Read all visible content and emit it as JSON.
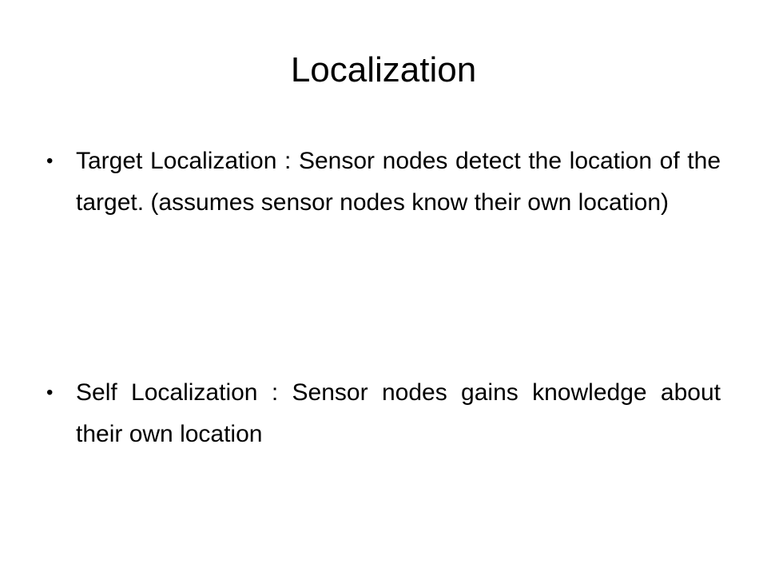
{
  "slide": {
    "title": "Localization",
    "bullets": [
      {
        "marker": "•",
        "text": "Target Localization : Sensor nodes detect the location of the target. (assumes sensor nodes know their own location)"
      },
      {
        "marker": "•",
        "text": "Self Localization : Sensor nodes gains knowledge about their own location"
      }
    ]
  }
}
